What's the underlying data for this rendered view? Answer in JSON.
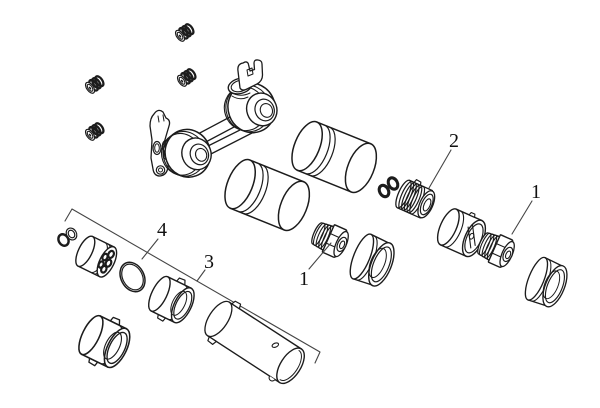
{
  "diagram": {
    "type": "exploded-parts-diagram",
    "background_color": "#ffffff",
    "line_color": "#1c1c1c",
    "callout_color": "#111111",
    "callouts": [
      {
        "id": "callout-1-left",
        "label": "1"
      },
      {
        "id": "callout-1-right",
        "label": "1"
      },
      {
        "id": "callout-2",
        "label": "2"
      },
      {
        "id": "callout-3",
        "label": "3"
      },
      {
        "id": "callout-4",
        "label": "4"
      }
    ],
    "parts": [
      {
        "id": "rubber-grommet-1",
        "name": "grommet"
      },
      {
        "id": "rubber-grommet-2",
        "name": "grommet"
      },
      {
        "id": "rubber-grommet-3",
        "name": "grommet"
      },
      {
        "id": "rubber-grommet-4",
        "name": "grommet"
      },
      {
        "id": "wall-mounting-body",
        "name": "concealed mounting body"
      },
      {
        "id": "protective-sleeve-upper",
        "name": "protective sleeve"
      },
      {
        "id": "protective-sleeve-lower",
        "name": "protective sleeve"
      },
      {
        "id": "o-ring-pair",
        "name": "o-ring pair"
      },
      {
        "id": "threaded-adapter",
        "name": "threaded adapter (item 2)"
      },
      {
        "id": "extension-nipple",
        "name": "extension nipple"
      },
      {
        "id": "screw-plug-left",
        "name": "screw plug (item 1)"
      },
      {
        "id": "screw-plug-right",
        "name": "screw plug (item 1)"
      },
      {
        "id": "trim-collar-left",
        "name": "collar sleeve"
      },
      {
        "id": "trim-collar-right",
        "name": "collar sleeve"
      },
      {
        "id": "seal-washers",
        "name": "seal washers"
      },
      {
        "id": "cartridge",
        "name": "cartridge (group 3)"
      },
      {
        "id": "o-ring-single",
        "name": "o-ring (item 4)"
      },
      {
        "id": "snap-sleeve-mid",
        "name": "snap sleeve"
      },
      {
        "id": "snap-sleeve-lower",
        "name": "snap sleeve"
      },
      {
        "id": "installation-tube",
        "name": "installation tube"
      }
    ]
  }
}
